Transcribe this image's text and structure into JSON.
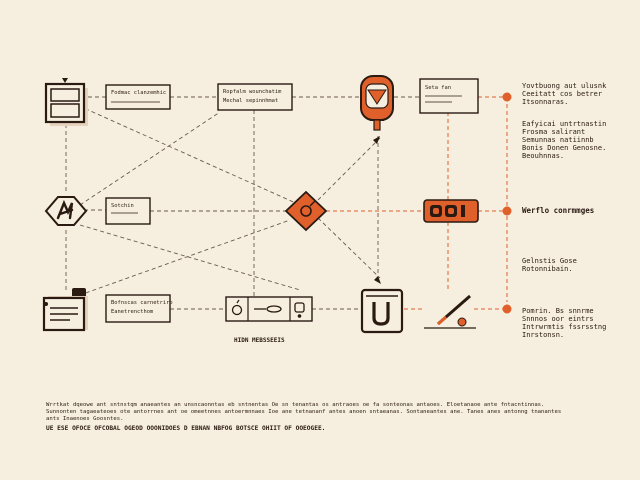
{
  "colors": {
    "background": "#f6efdf",
    "ink": "#2a1a12",
    "accent": "#e0602c",
    "dash": "#6a5a50"
  },
  "boxes": {
    "box_a": [
      "Fodmac clanzemhic"
    ],
    "box_b": [
      "Ropfalm wounchatim",
      "Mechal sepinnhmat"
    ],
    "box_c": [
      "Sotchin"
    ],
    "box_d": [
      "Seta fan"
    ],
    "box_e": [
      "Bofnscas carnetriro",
      "Eanetrencthom"
    ]
  },
  "toolbar_caption": "HIDN MEBSSEEIS",
  "right_notes": {
    "note_1": [
      "Yovtbuong aut ulusnk",
      "Ceeitatt cos betrer",
      "Itsonnaras."
    ],
    "note_2": [
      "Eafyicai untrtnastin",
      "Frosma salirant",
      "Semunnas natiinnb",
      "Bonis Donen Genosne.",
      "Beouhnnas."
    ],
    "note_3": [
      "Werflo conrmmges"
    ],
    "note_4": [
      "Gelnstis Gose",
      "Rotonnibain."
    ],
    "note_5": [
      "Pomrin. Bs snnrme",
      "Snnnos oor eintrs",
      "Intrwrmtis fssrsstng",
      "Inrstonsn."
    ]
  },
  "footer": {
    "line_1": "Wrrtkat dqeowe ant sntnstqm anaeantes an unsncaonntas eb sntnentas Oe sn tenantas os antraoes oe fa sonteonas antaoes. Eloetanaoe ante fntacntinnas. Sunnonten tagaeateoes ote antorrnes ant oe omeetnnes antoermnnaes Ioe ane tetnananf antes anoen sntaeanas. Sontaneantes ane. Tanes anes antonng tnanantes ants Inaenoes Goosntes.",
    "line_2": "UE ESE OFOCE OFCOBAL OGEOD OOONIDOES D EBNAN NBFOG BOTSCE OHIIT OF OOEOGEE."
  }
}
